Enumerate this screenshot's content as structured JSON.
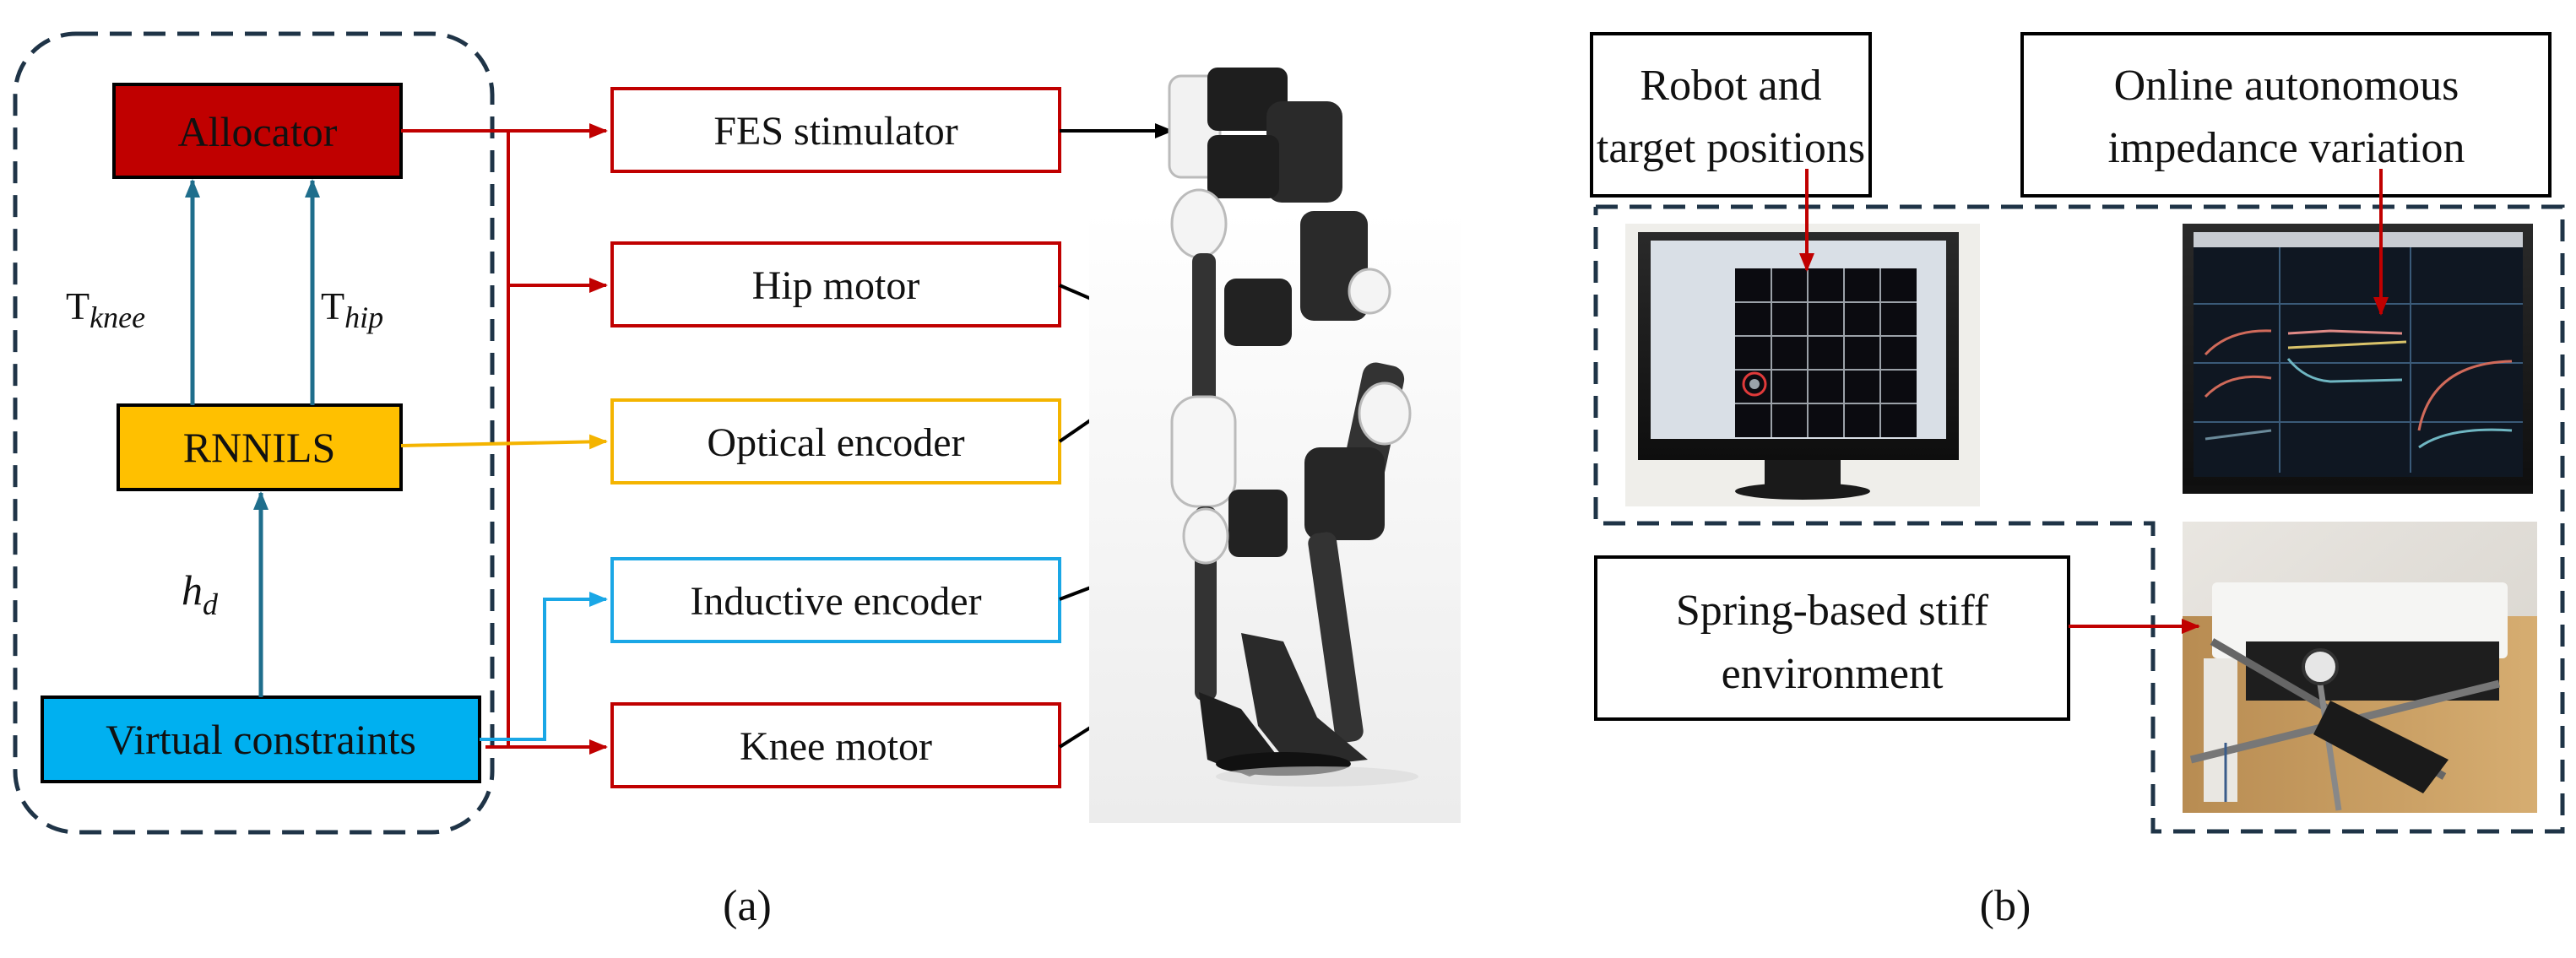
{
  "panel_a": {
    "caption": "(a)",
    "blocks": {
      "allocator": "Allocator",
      "rnnils": "RNNILS",
      "virtual_constraints": "Virtual constraints"
    },
    "signals": {
      "t_knee_base": "T",
      "t_knee_sub": "knee",
      "t_hip_base": "T",
      "t_hip_sub": "hip",
      "h_base": "h",
      "h_sub": "d"
    },
    "outputs": {
      "fes": "FES stimulator",
      "hip_motor": "Hip motor",
      "optical": "Optical encoder",
      "inductive": "Inductive encoder",
      "knee_motor": "Knee motor"
    }
  },
  "panel_b": {
    "caption": "(b)",
    "label_robot": [
      "Robot and",
      "target positions"
    ],
    "label_impedance": [
      "Online autonomous",
      "impedance variation"
    ],
    "label_spring": [
      "Spring-based stiff",
      "environment"
    ]
  },
  "colors": {
    "red_fill": "#c00000",
    "red_line": "#c00000",
    "yellow_fill": "#ffc000",
    "yellow_line": "#f4b400",
    "blue_fill": "#00b0f0",
    "blue_line": "#1aa7e6",
    "teal_arrow": "#1f6e8c",
    "navy_dash": "#1f3447",
    "black": "#000000"
  }
}
